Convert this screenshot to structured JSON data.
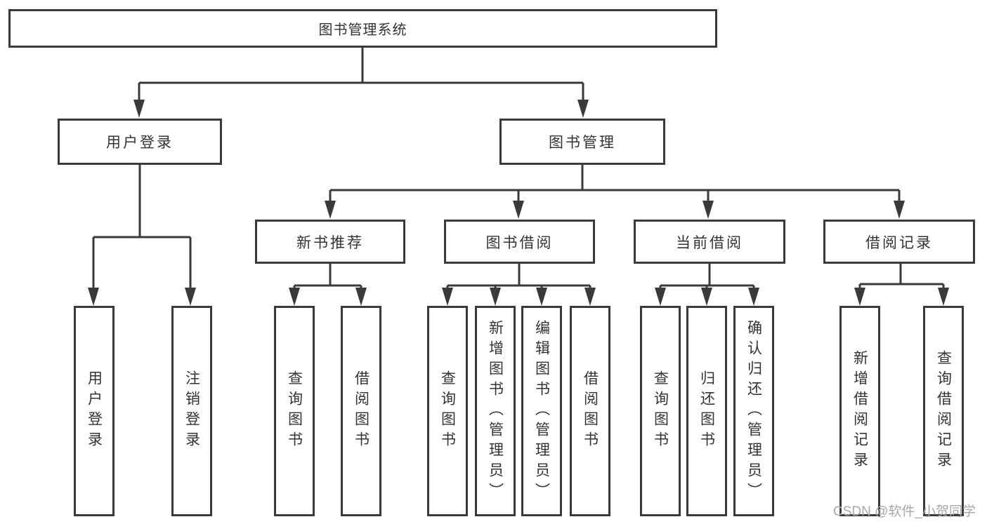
{
  "diagram_title": "图书管理系统",
  "tree": {
    "root": {
      "label": "图书管理系统"
    },
    "branches": [
      {
        "label": "用户登录",
        "children": [
          {
            "label": "用户登录"
          },
          {
            "label": "注销登录"
          }
        ]
      },
      {
        "label": "图书管理",
        "children": [
          {
            "label": "新书推荐",
            "children": [
              {
                "label": "查询图书"
              },
              {
                "label": "借阅图书"
              }
            ]
          },
          {
            "label": "图书借阅",
            "children": [
              {
                "label": "查询图书"
              },
              {
                "label": "新增图书（管理员）"
              },
              {
                "label": "编辑图书（管理员）"
              },
              {
                "label": "借阅图书"
              }
            ]
          },
          {
            "label": "当前借阅",
            "children": [
              {
                "label": "查询图书"
              },
              {
                "label": "归还图书"
              },
              {
                "label": "确认归还（管理员）"
              }
            ]
          },
          {
            "label": "借阅记录",
            "children": [
              {
                "label": "新增借阅记录"
              },
              {
                "label": "查询借阅记录"
              }
            ]
          }
        ]
      }
    ]
  },
  "watermark": "CSDN @软件_小贺同学",
  "colors": {
    "line": "#3a3a3a",
    "text": "#333333",
    "watermark": "#a8a8a8",
    "background": "#ffffff"
  }
}
